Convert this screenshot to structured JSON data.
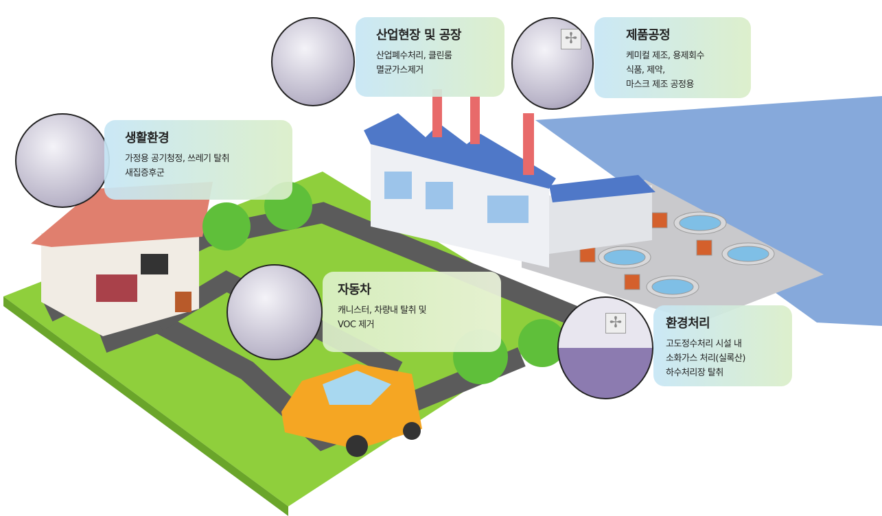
{
  "callouts": [
    {
      "id": "living",
      "title": "생활환경",
      "lines": [
        "가정용 공기청정, 쓰레기 탈취",
        "새집증후군"
      ]
    },
    {
      "id": "industrial",
      "title": "산업현장 및 공장",
      "lines": [
        "산업폐수처리, 클린룸",
        "멸균가스제거"
      ]
    },
    {
      "id": "product",
      "title": "제품공정",
      "lines": [
        "케미컬 제조, 용제회수",
        "식품, 제약,",
        "마스크 제조 공정용"
      ]
    },
    {
      "id": "car",
      "title": "자동차",
      "lines": [
        "캐니스터, 차량내 탈취 및",
        "VOC 제거"
      ]
    },
    {
      "id": "environment",
      "title": "환경처리",
      "lines": [
        "고도정수처리 시설 내",
        "소화가스 처리(실록산)",
        "하수처리장 탈취"
      ]
    }
  ],
  "colors": {
    "grass": "#8fcf3c",
    "road": "#5a5a5a",
    "water": "#7fa6d8",
    "roof": "#4f78c8",
    "house_roof": "#e07f6e",
    "car": "#f5a623"
  }
}
